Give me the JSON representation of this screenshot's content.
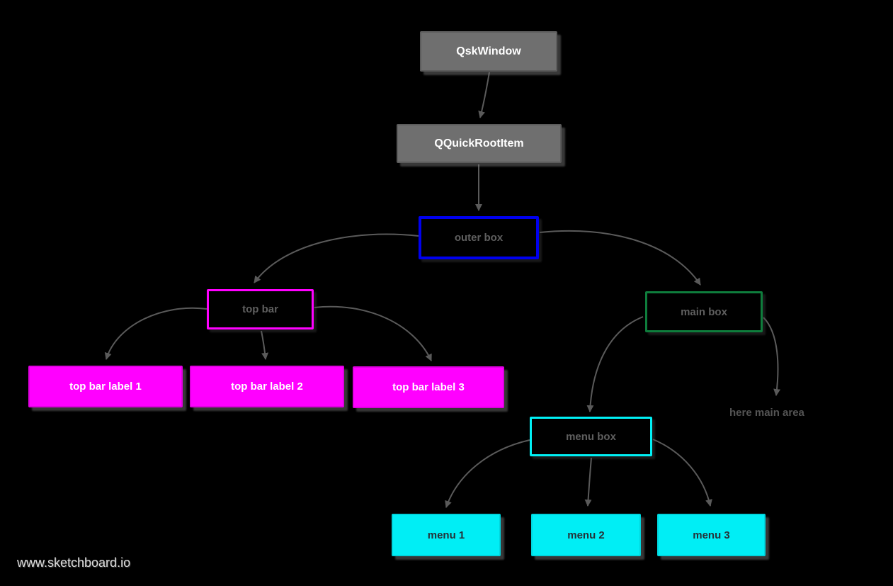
{
  "watermark": "www.sketchboard.io",
  "nodes": {
    "qskwindow": {
      "label": "QskWindow"
    },
    "qquickrootitem": {
      "label": "QQuickRootItem"
    },
    "outer_box": {
      "label": "outer box"
    },
    "top_bar": {
      "label": "top bar"
    },
    "main_box": {
      "label": "main box"
    },
    "top_bar_label_1": {
      "label": "top bar label 1"
    },
    "top_bar_label_2": {
      "label": "top bar label 2"
    },
    "top_bar_label_3": {
      "label": "top bar label 3"
    },
    "menu_box": {
      "label": "menu box"
    },
    "here_main_area": {
      "label": "here main area"
    },
    "menu_1": {
      "label": "menu 1"
    },
    "menu_2": {
      "label": "menu 2"
    },
    "menu_3": {
      "label": "menu 3"
    }
  },
  "edges": [
    {
      "from": "QskWindow",
      "to": "QQuickRootItem"
    },
    {
      "from": "QQuickRootItem",
      "to": "outer box"
    },
    {
      "from": "outer box",
      "to": "top bar"
    },
    {
      "from": "outer box",
      "to": "main box"
    },
    {
      "from": "top bar",
      "to": "top bar label 1"
    },
    {
      "from": "top bar",
      "to": "top bar label 2"
    },
    {
      "from": "top bar",
      "to": "top bar label 3"
    },
    {
      "from": "main box",
      "to": "menu box"
    },
    {
      "from": "main box",
      "to": "here main area"
    },
    {
      "from": "menu box",
      "to": "menu 1"
    },
    {
      "from": "menu box",
      "to": "menu 2"
    },
    {
      "from": "menu box",
      "to": "menu 3"
    }
  ],
  "colors": {
    "background": "#000000",
    "gray_node": "#6f6f6f",
    "blue_border": "#0000ee",
    "magenta": "#ff00ff",
    "green_border": "#0e7d3c",
    "cyan": "#00eef5",
    "arrow": "#5a5a5a",
    "outline_text": "#5f5f5f"
  }
}
